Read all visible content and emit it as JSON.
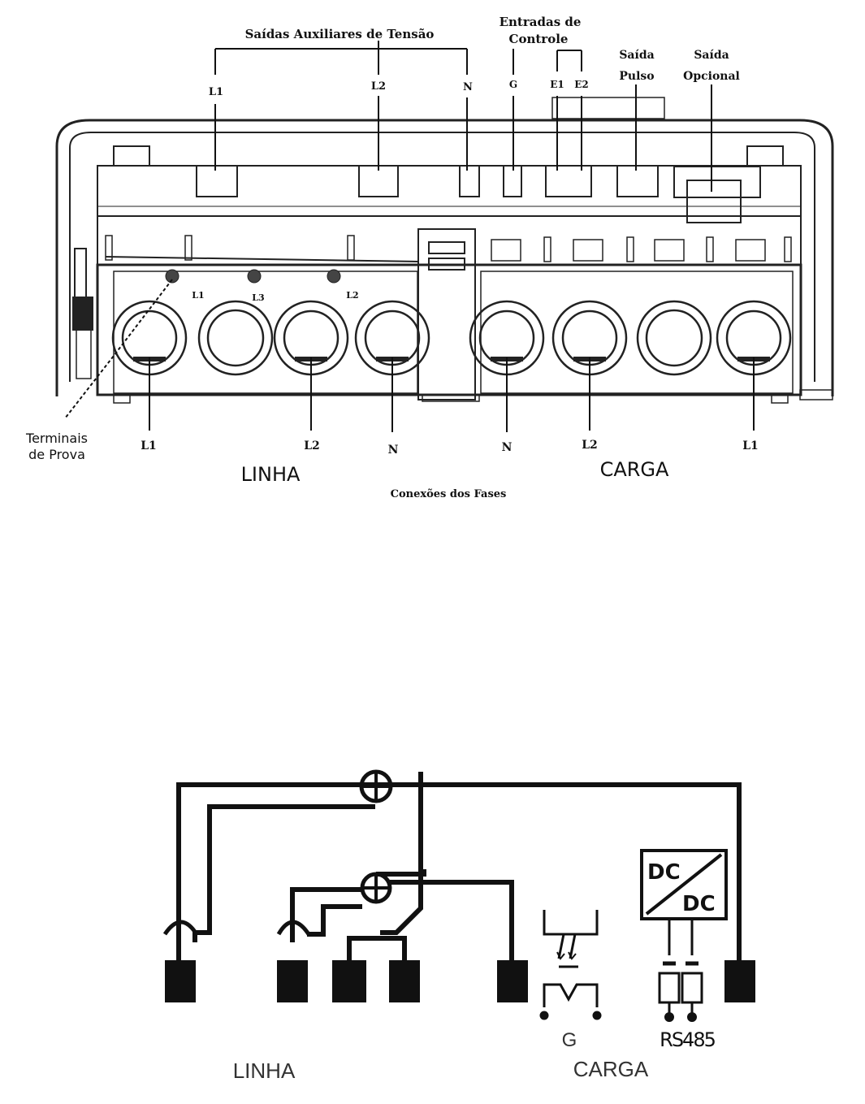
{
  "top_diagram": {
    "title_voltage_outputs": "Saídas Auxiliares de Tensão",
    "title_control_inputs_line1": "Entradas de",
    "title_control_inputs_line2": "Controle",
    "title_pulse_output_line1": "Saída",
    "title_pulse_output_line2": "Pulso",
    "title_optional_output_line1": "Saída",
    "title_optional_output_line2": "Opcional",
    "aux_labels": [
      "L1",
      "L2",
      "N",
      "G",
      "E1",
      "E2"
    ],
    "test_terminal_labels": [
      "L1",
      "L3",
      "L2"
    ],
    "test_terminals_caption_line1": "Terminais",
    "test_terminals_caption_line2": "de Prova",
    "bottom_terminal_labels": [
      "L1",
      "L2",
      "N",
      "N",
      "L2",
      "L1"
    ],
    "linha": "LINHA",
    "carga": "CARGA",
    "caption": "Conexões dos Fases"
  },
  "bottom_diagram": {
    "converter_in": "DC",
    "converter_out": "DC",
    "ground_label": "G",
    "rs485": "RS485",
    "linha": "LINHA",
    "carga": "CARGA"
  }
}
